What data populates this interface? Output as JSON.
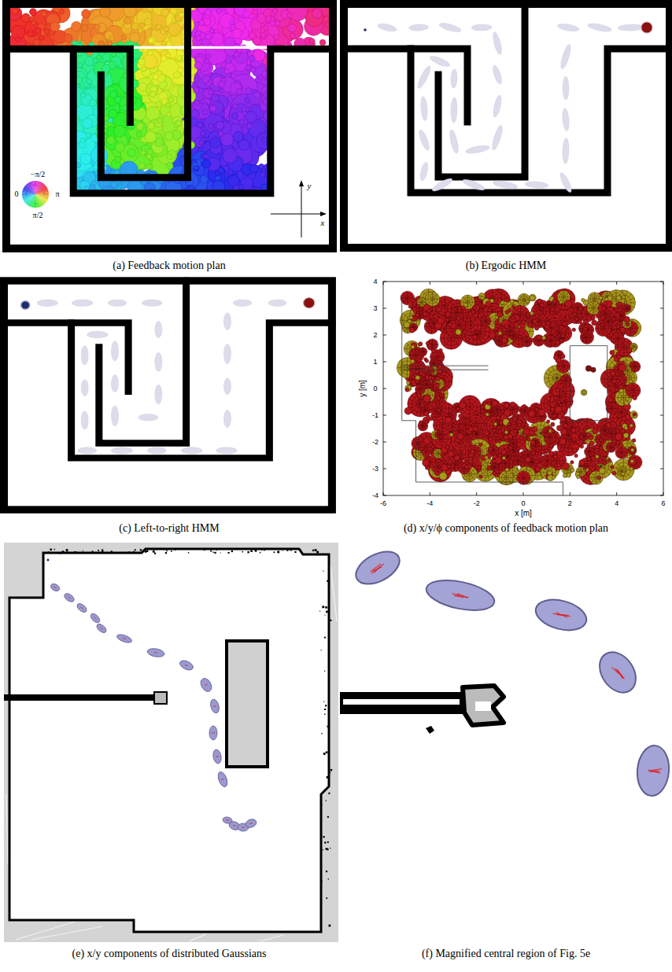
{
  "diagram": {
    "labels": [
      "−π/2",
      "0",
      "π",
      "π/2",
      "y",
      "x",
      "(a) Feedback motion plan",
      "(b) Ergodic HMM",
      "(c) Left-to-right HMM",
      "4",
      "3",
      "2",
      "1",
      "0",
      "-1",
      "-2",
      "-3",
      "-4",
      "-6",
      "-4",
      "-2",
      "0",
      "2",
      "4",
      "6",
      "y [m]",
      "x [m]",
      "(d) x/y/ϕ components of feedback motion plan",
      "(e) x/y components of distributed Gaussians",
      "(f) Magnified central region of Fig. 5e"
    ]
  }
}
